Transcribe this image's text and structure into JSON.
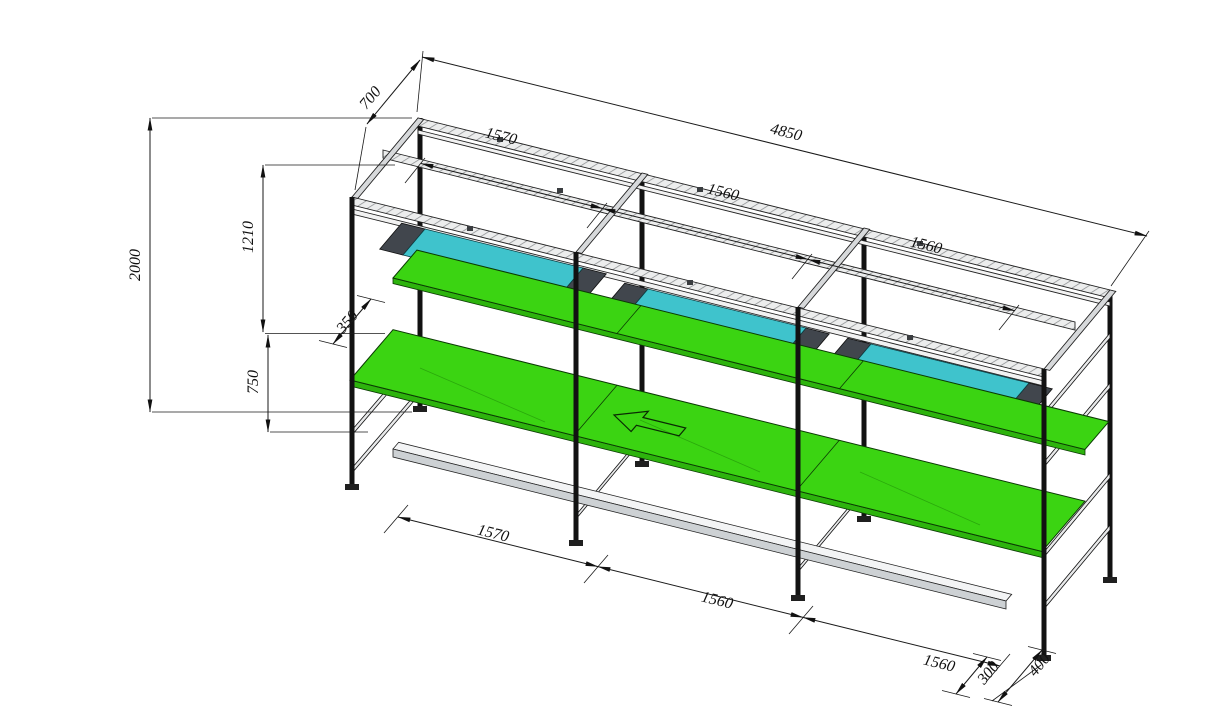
{
  "drawing": {
    "colors": {
      "worktop_green": "#3bd412",
      "worktop_green_edge": "#2db30d",
      "light_cyan": "#3fc3cc",
      "fixture_dark": "#41464d",
      "frame_black": "#121212",
      "rail_gray": "#eceded",
      "stringer_gray": "#cdd1d4",
      "dim_line": "#1a1a1a"
    },
    "dimensions": {
      "overall_length": "4850",
      "overall_depth": "700",
      "overall_height": "2000",
      "top_bay_1": "1570",
      "top_bay_2": "1560",
      "top_bay_3": "1560",
      "light_frame_height": "1210",
      "worktop_height": "750",
      "shelf_offset": "350",
      "bottom_bay_1": "1570",
      "bottom_bay_2": "1560",
      "bottom_bay_3": "1560",
      "right_end_offset_1": "300",
      "right_end_offset_2": "400"
    }
  }
}
